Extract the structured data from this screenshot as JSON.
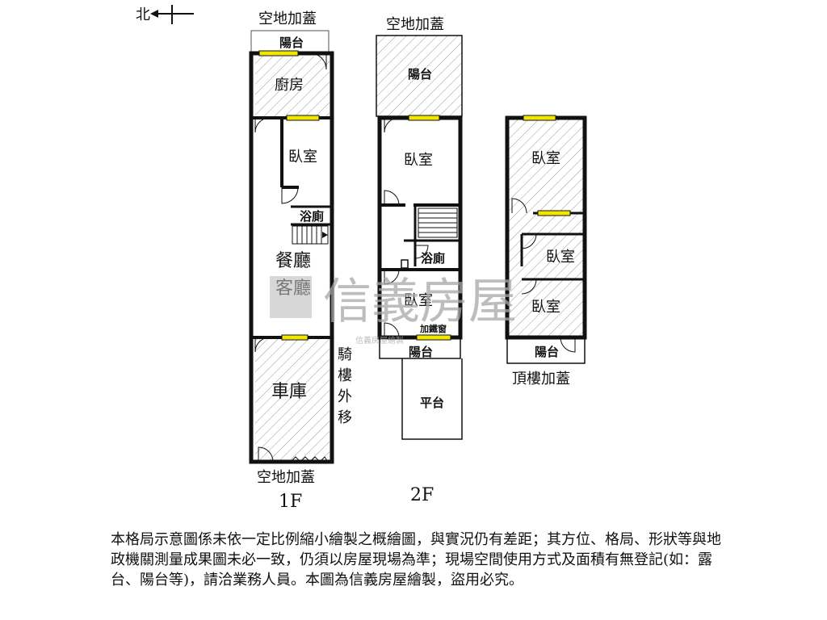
{
  "compass": {
    "north": "北"
  },
  "floors": {
    "f1": {
      "caption": "1F",
      "top_ext": "空地加蓋",
      "bottom_ext": "空地加蓋",
      "side_note": [
        "騎",
        "樓",
        "外",
        "移"
      ],
      "rooms": {
        "balcony": "陽台",
        "kitchen": "廚房",
        "bedroom": "臥室",
        "bath": "浴廁",
        "dining": "餐廳",
        "living": "客廳",
        "garage": "車庫"
      }
    },
    "f2": {
      "caption": "2F",
      "top_ext": "空地加蓋",
      "rooms": {
        "balcony_top": "陽台",
        "bedroom_1": "臥室",
        "bath": "浴廁",
        "bedroom_2": "臥室",
        "window": "加鐵窗",
        "balcony_bottom": "陽台",
        "terrace": "平台"
      }
    },
    "f3": {
      "caption": "頂樓加蓋",
      "rooms": {
        "bedroom_1": "臥室",
        "bedroom_2": "臥室",
        "bedroom_3": "臥室",
        "balcony": "陽台"
      }
    }
  },
  "watermark": {
    "brand": "信義房屋",
    "small": "信義房屋繪製"
  },
  "disclaimer": "本格局示意圖係未依一定比例縮小繪製之概繪圖，與實況仍有差距；其方位、格局、形狀等與地政機關測量成果圖未必一致，仍須以房屋現場為準；現場空間使用方式及面積有無登記(如：露台、陽台等)，請洽業務人員。本圖為信義房屋繪製，盜用必究。",
  "colors": {
    "window": "#f2e600",
    "wall": "#111111",
    "hatch": "#9a9a9a"
  }
}
